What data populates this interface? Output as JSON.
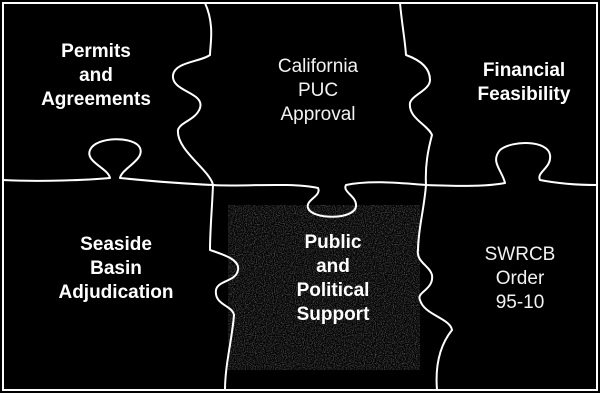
{
  "puzzle": {
    "pieces": [
      {
        "id": "permits",
        "lines": [
          "Permits",
          "and",
          "Agreements"
        ],
        "weight": "bold"
      },
      {
        "id": "cpuc",
        "lines": [
          "California",
          "PUC",
          "Approval"
        ],
        "weight": "regular"
      },
      {
        "id": "financial",
        "lines": [
          "Financial",
          "Feasibility"
        ],
        "weight": "bold"
      },
      {
        "id": "seaside",
        "lines": [
          "Seaside",
          "Basin",
          "Adjudication"
        ],
        "weight": "bold"
      },
      {
        "id": "public",
        "lines": [
          "Public",
          "and",
          "Political",
          "Support"
        ],
        "weight": "bold"
      },
      {
        "id": "swrcb",
        "lines": [
          "SWRCB",
          "Order",
          "95-10"
        ],
        "weight": "regular"
      }
    ]
  }
}
